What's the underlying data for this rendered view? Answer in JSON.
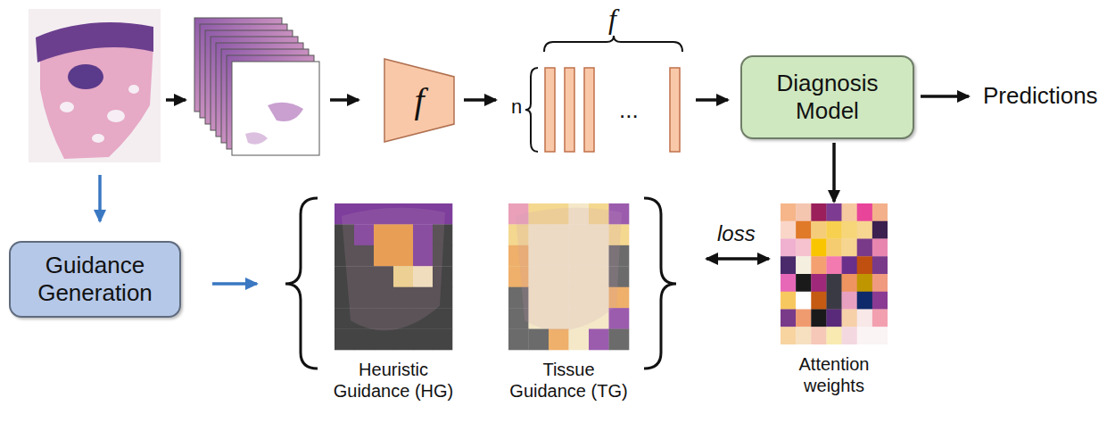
{
  "diagram": {
    "nodes": [
      {
        "text": [
          "f"
        ]
      },
      {
        "text": [
          "Diagnosis Model"
        ]
      },
      {
        "text": [
          "Guidance Generation"
        ]
      },
      {
        "text": [
          "Heuristic Guidance (HG)"
        ]
      },
      {
        "text": [
          "Tissue Guidance (TG)"
        ]
      },
      {
        "text": [
          "Attention weights"
        ]
      }
    ],
    "edges": [
      {
        "from": 1,
        "to": 5,
        "arrow": "to"
      }
    ],
    "labels": [
      "n",
      "f",
      "...",
      "Predictions",
      "loss"
    ]
  }
}
